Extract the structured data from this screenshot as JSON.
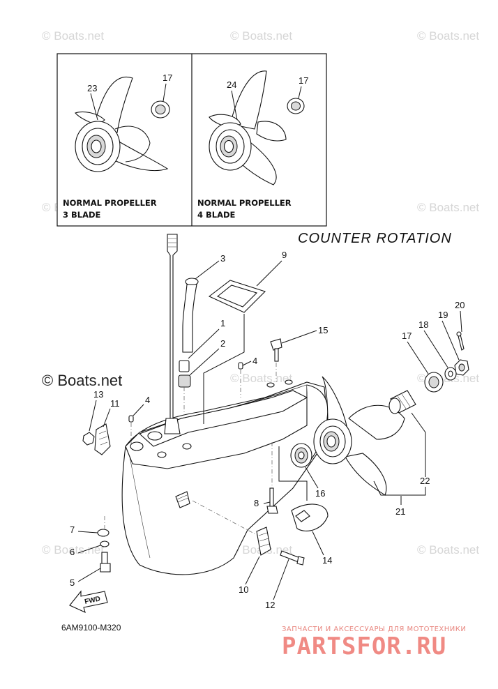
{
  "title": "COUNTER  ROTATION",
  "drawing_code": "6AM9100-M320",
  "watermark": "© Boats.net",
  "inset_panels": [
    {
      "caption_line1": "NORMAL PROPELLER",
      "caption_line2": "3 BLADE",
      "prop_ref": "23",
      "spline_ref": "17"
    },
    {
      "caption_line1": "NORMAL PROPELLER",
      "caption_line2": "4 BLADE",
      "prop_ref": "24",
      "spline_ref": "17"
    }
  ],
  "callouts": [
    "3",
    "9",
    "1",
    "2",
    "15",
    "4",
    "20",
    "19",
    "18",
    "17",
    "13",
    "11",
    "4",
    "22",
    "8",
    "16",
    "21",
    "7",
    "6",
    "5",
    "14",
    "10",
    "12"
  ],
  "fwd_label": "FWD",
  "brand": {
    "tagline": "ЗАПЧАСТИ И АКСЕССУАРЫ ДЛЯ МОТОТЕХНИКИ",
    "logo": "PARTSFOR.RU"
  }
}
